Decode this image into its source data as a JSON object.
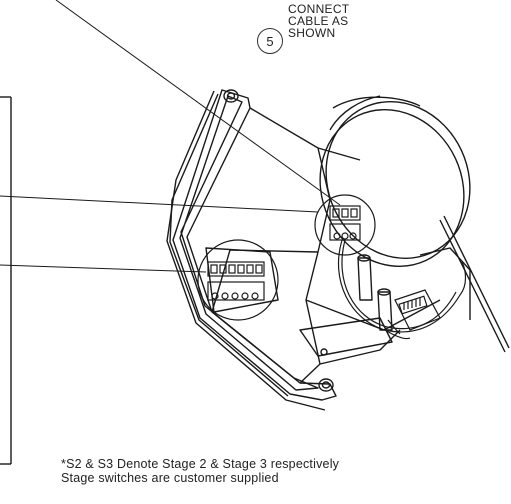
{
  "step": {
    "number": "5",
    "lines": [
      "CONNECT",
      "CABLE AS",
      "SHOWN"
    ]
  },
  "notes": [
    "*S2 & S3 Denote Stage 2 & Stage 3 respectively",
    "Stage switches are customer supplied"
  ],
  "colors": {
    "line": "#1a1a1a",
    "background": "#ffffff"
  }
}
